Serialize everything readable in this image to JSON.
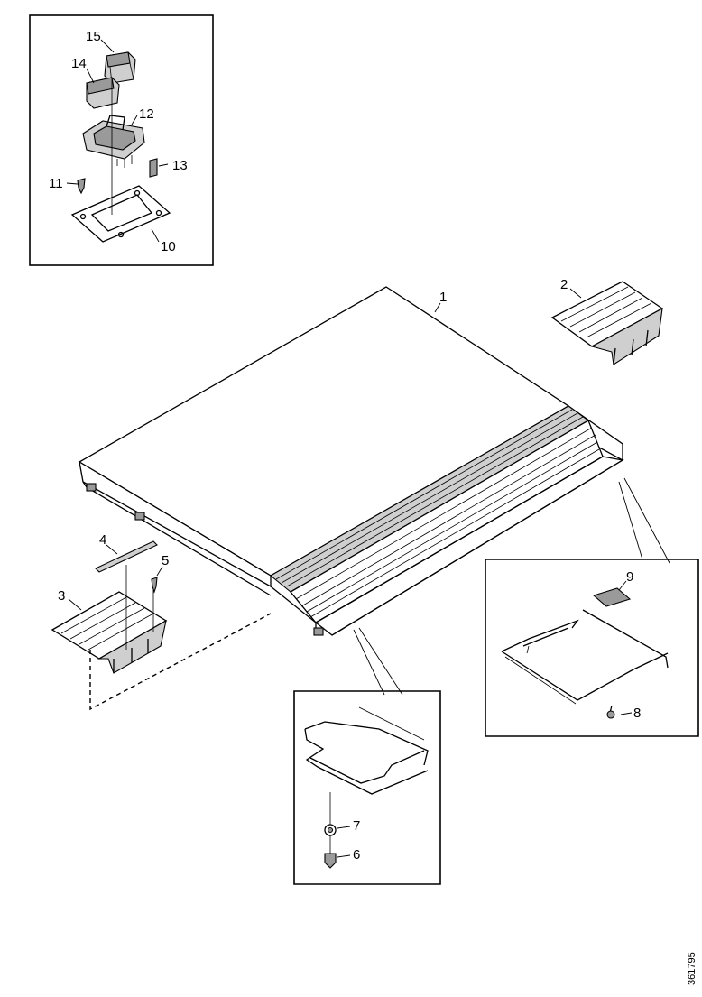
{
  "callouts": {
    "c1": "1",
    "c2": "2",
    "c3": "3",
    "c4": "4",
    "c5": "5",
    "c6": "6",
    "c7": "7",
    "c8": "8",
    "c9": "9",
    "c10": "10",
    "c11": "11",
    "c12": "12",
    "c13": "13",
    "c14": "14",
    "c15": "15"
  },
  "drawing_number": "361795"
}
